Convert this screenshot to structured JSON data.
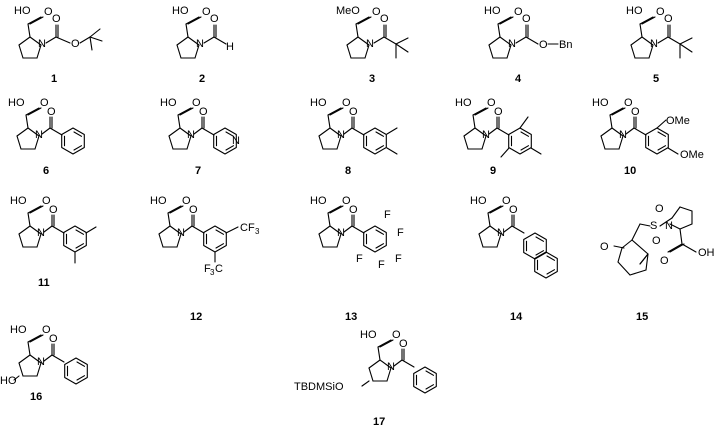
{
  "compounds": [
    {
      "label": "1",
      "atoms": [
        "HO",
        "O",
        "N",
        "O",
        "O"
      ]
    },
    {
      "label": "2",
      "atoms": [
        "HO",
        "O",
        "N",
        "O",
        "H"
      ]
    },
    {
      "label": "3",
      "atoms": [
        "MeO",
        "O",
        "N",
        "O"
      ]
    },
    {
      "label": "4",
      "atoms": [
        "HO",
        "O",
        "N",
        "O",
        "O",
        "Bn"
      ]
    },
    {
      "label": "5",
      "atoms": [
        "HO",
        "O",
        "N",
        "O"
      ]
    },
    {
      "label": "6",
      "atoms": [
        "HO",
        "O",
        "N",
        "O"
      ]
    },
    {
      "label": "7",
      "atoms": [
        "HO",
        "O",
        "N",
        "O",
        "N"
      ]
    },
    {
      "label": "8",
      "atoms": [
        "HO",
        "O",
        "N",
        "O"
      ]
    },
    {
      "label": "9",
      "atoms": [
        "HO",
        "O",
        "N",
        "O"
      ]
    },
    {
      "label": "10",
      "atoms": [
        "HO",
        "O",
        "N",
        "O",
        "OMe",
        "OMe"
      ]
    },
    {
      "label": "11",
      "atoms": [
        "HO",
        "O",
        "N",
        "O"
      ]
    },
    {
      "label": "12",
      "atoms": [
        "HO",
        "O",
        "N",
        "O",
        "CF",
        "3",
        "F",
        "3",
        "C"
      ]
    },
    {
      "label": "13",
      "atoms": [
        "HO",
        "O",
        "N",
        "O",
        "F",
        "F",
        "F",
        "F",
        "F"
      ]
    },
    {
      "label": "14",
      "atoms": [
        "HO",
        "O",
        "N",
        "O"
      ]
    },
    {
      "label": "15",
      "atoms": [
        "O",
        "S",
        "O",
        "N",
        "O",
        "OH",
        "O"
      ]
    },
    {
      "label": "16",
      "atoms": [
        "HO",
        "O",
        "N",
        "O",
        "HO"
      ]
    },
    {
      "label": "17",
      "atoms": [
        "HO",
        "O",
        "N",
        "O",
        "TBDMSiO"
      ]
    }
  ]
}
